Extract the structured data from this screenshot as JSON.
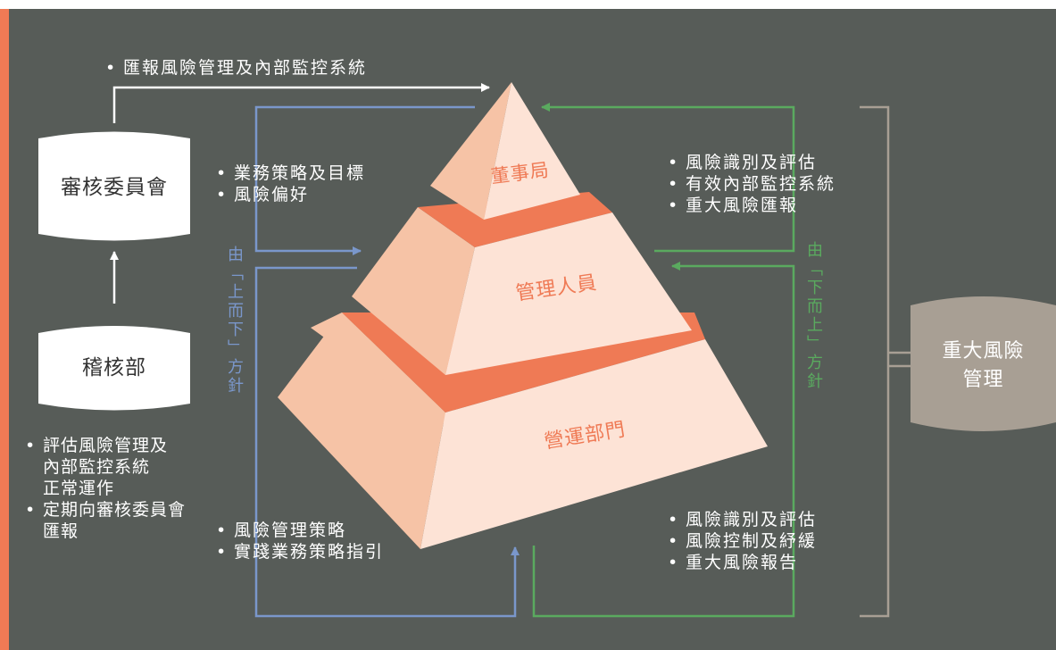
{
  "top_arrow_label": "匯報風險管理及內部監控系統",
  "audit_committee": "審核委員會",
  "internal_audit": "稽核部",
  "audit_notes": [
    "評估風險管理及",
    "內部監控系統",
    "正常運作",
    "定期向審核委員會",
    "匯報"
  ],
  "board_inputs": [
    "業務策略及目標",
    "風險偏好"
  ],
  "mgmt_inputs": [
    "風險管理策略",
    "實踐業務策略指引"
  ],
  "top_down": "由「上而下」方針",
  "bottom_up": "由「下而上」方針",
  "board_outputs": [
    "風險識別及評估",
    "有效內部監控系統",
    "重大風險匯報"
  ],
  "ops_outputs": [
    "風險識別及評估",
    "風險控制及紓緩",
    "重大風險報告"
  ],
  "pyramid": {
    "top": "董事局",
    "middle": "管理人員",
    "bottom": "營運部門"
  },
  "major_risk": [
    "重大風險",
    "管理"
  ],
  "colors": {
    "background": "#575c58",
    "accent_bar": "#ef7a55",
    "pyramid_front": "#fde3d6",
    "pyramid_side": "#f6c3a6",
    "pyramid_band": "#ef7a55",
    "pyramid_text": "#ef7a55",
    "top_down_arrows": "#7a97cb",
    "bottom_up_arrows": "#5aaa5f",
    "bracket": "#a89f94",
    "major_risk_box": "#a89f94"
  }
}
